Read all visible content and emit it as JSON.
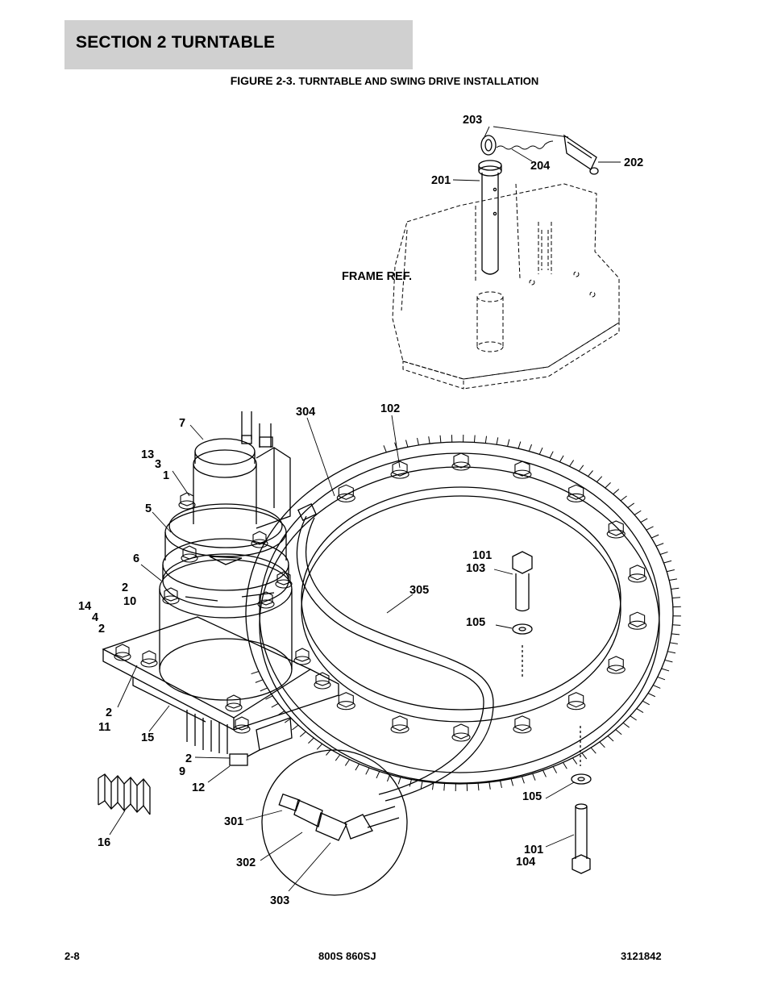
{
  "header": {
    "section_title": "SECTION 2   TURNTABLE"
  },
  "figure": {
    "caption_prefix": "FIGURE 2-3.",
    "caption_text": "TURNTABLE AND SWING DRIVE INSTALLATION",
    "frame_ref_label": "FRAME REF."
  },
  "callouts": {
    "c203": "203",
    "c204": "204",
    "c202": "202",
    "c201": "201",
    "c304": "304",
    "c102": "102",
    "c7": "7",
    "c13": "13",
    "c3": "3",
    "c1": "1",
    "c5": "5",
    "c6": "6",
    "c2a": "2",
    "c10": "10",
    "c14": "14",
    "c4": "4",
    "c2b": "2",
    "c101a": "101",
    "c103": "103",
    "c305": "305",
    "c105a": "105",
    "c2c": "2",
    "c11": "11",
    "c15": "15",
    "c2d": "2",
    "c9": "9",
    "c12": "12",
    "c16": "16",
    "c301": "301",
    "c302": "302",
    "c303": "303",
    "c105b": "105",
    "c101b": "101",
    "c104": "104"
  },
  "footer": {
    "page_number": "2-8",
    "model": "800S 860SJ",
    "doc_number": "3121842"
  }
}
